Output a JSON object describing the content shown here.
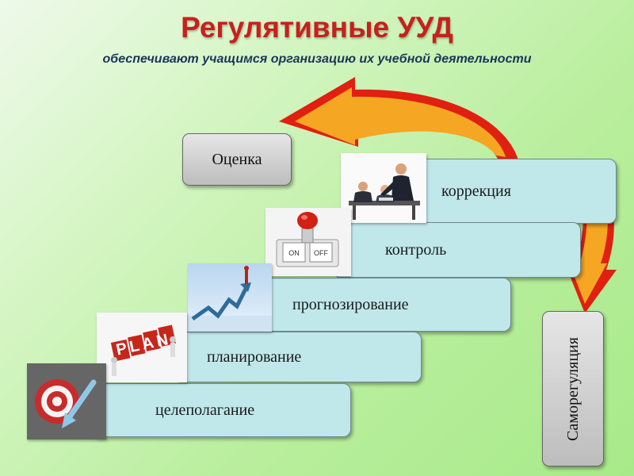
{
  "title": "Регулятивные УУД",
  "subtitle": "обеспечивают учащимся организацию их учебной деятельности",
  "steps": [
    {
      "label": "целеполагание",
      "icon": "target-icon"
    },
    {
      "label": "планирование",
      "icon": "plan-icon"
    },
    {
      "label": "прогнозирование",
      "icon": "growth-chart-icon"
    },
    {
      "label": "контроль",
      "icon": "on-off-switch-icon"
    },
    {
      "label": "коррекция",
      "icon": "business-meeting-icon"
    }
  ],
  "evaluation_label": "Оценка",
  "self_regulation_label": "Саморегуляция",
  "plan_word": "PLAN",
  "on_text": "ON",
  "off_text": "OFF",
  "colors": {
    "title": "#c8201c",
    "subtitle": "#1b3558",
    "step_fill": "#c0e8ea",
    "arrow_orange": "#f5a623",
    "arrow_red": "#e02010",
    "box_gray": "#d0d0d0"
  }
}
